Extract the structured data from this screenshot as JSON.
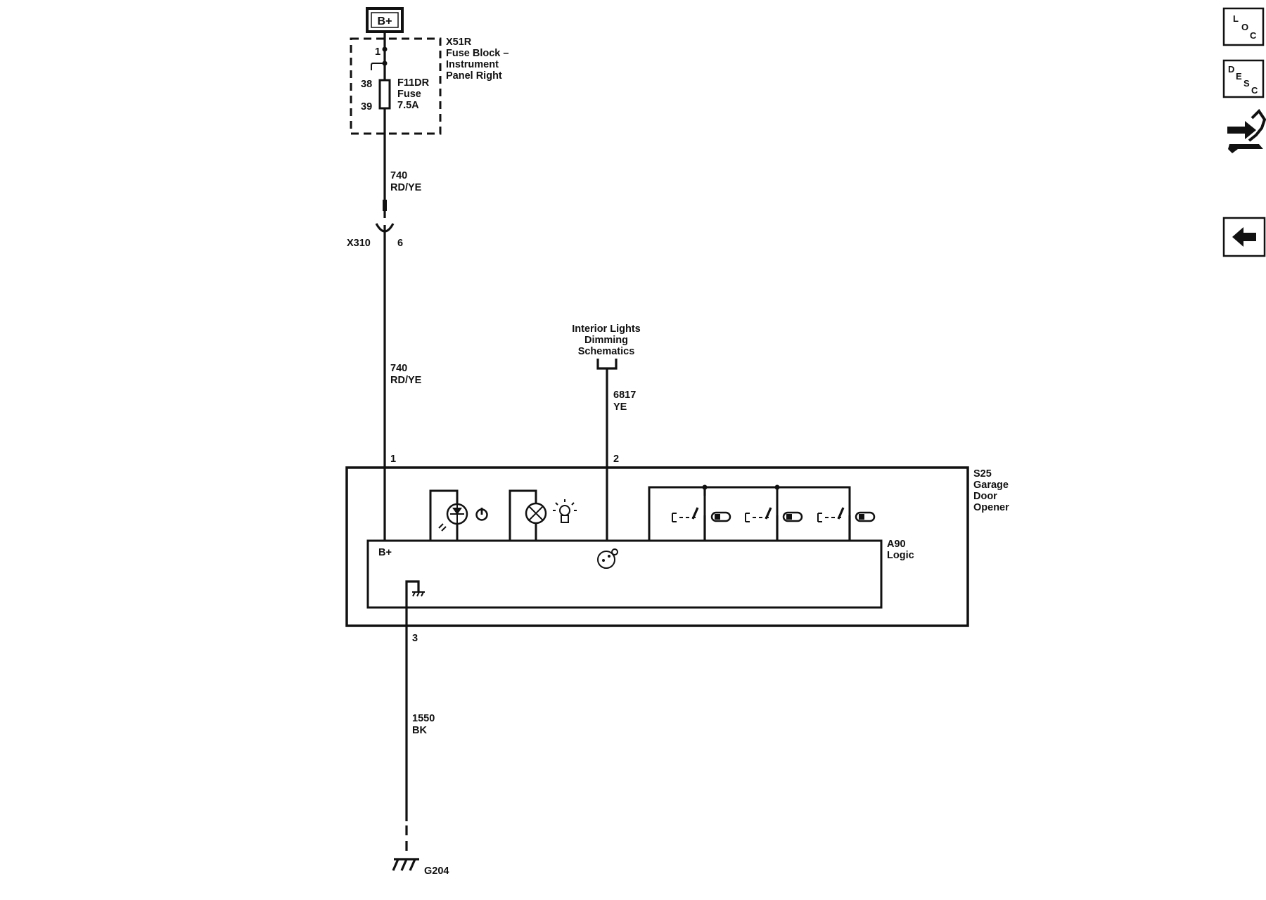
{
  "power": {
    "source_label": "B+"
  },
  "fuse_block": {
    "connector": "X51R",
    "name_line1": "Fuse Block –",
    "name_line2": "Instrument",
    "name_line3": "Panel Right",
    "pin_top": "1",
    "pin_38": "38",
    "pin_39": "39",
    "fuse_id": "F11DR",
    "fuse_word": "Fuse",
    "fuse_rating": "7.5A"
  },
  "wire_740_upper": {
    "circuit": "740",
    "color": "RD/YE"
  },
  "connector_x310": {
    "name": "X310",
    "pin": "6"
  },
  "wire_740_lower": {
    "circuit": "740",
    "color": "RD/YE"
  },
  "interior_lights": {
    "line1": "Interior Lights",
    "line2": "Dimming",
    "line3": "Schematics"
  },
  "wire_6817": {
    "circuit": "6817",
    "color": "YE"
  },
  "module": {
    "pin_1": "1",
    "pin_2": "2",
    "pin_3": "3",
    "id": "S25",
    "name_line1": "Garage",
    "name_line2": "Door",
    "name_line3": "Opener",
    "logic_id": "A90",
    "logic_name": "Logic",
    "bplus_label": "B+"
  },
  "wire_1550": {
    "circuit": "1550",
    "color": "BK"
  },
  "ground": {
    "name": "G204"
  },
  "sidebar": {
    "loc": {
      "l1": "L",
      "l2": "O",
      "l3": "C"
    },
    "desc": {
      "l1": "D",
      "l2": "E",
      "l3": "S",
      "l4": "C"
    },
    "connector_end_view_icon": "connector-end-view-icon",
    "back_icon": "back-arrow-icon"
  }
}
